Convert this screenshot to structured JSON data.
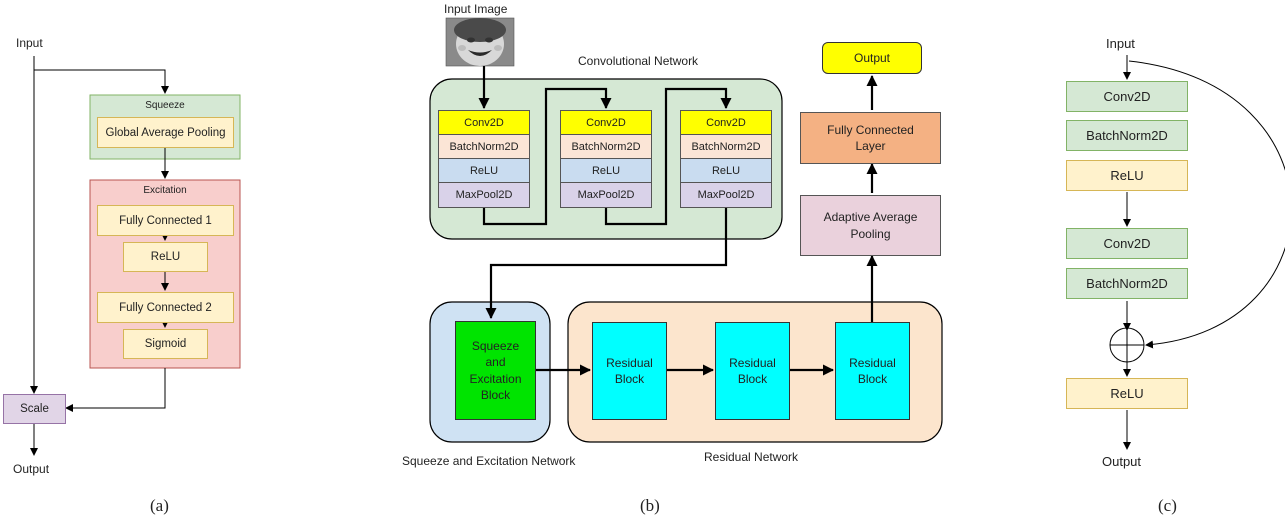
{
  "panel_a": {
    "input": "Input",
    "output": "Output",
    "squeeze": {
      "title": "Squeeze",
      "pool": "Global Average Pooling"
    },
    "excitation": {
      "title": "Excitation",
      "fc1": "Fully Connected 1",
      "relu": "ReLU",
      "fc2": "Fully Connected 2",
      "sigmoid": "Sigmoid"
    },
    "scale": "Scale",
    "caption": "(a)"
  },
  "panel_b": {
    "input_image_label": "Input Image",
    "conv_network_label": "Convolutional Network",
    "conv_block": {
      "conv": "Conv2D",
      "bn": "BatchNorm2D",
      "relu": "ReLU",
      "pool": "MaxPool2D"
    },
    "se_block": "Squeeze and Excitation Block",
    "se_network_label": "Squeeze and Excitation Network",
    "residual_block": "Residual Block",
    "residual_network_label": "Residual Network",
    "adaptive_pool": "Adaptive Average Pooling",
    "fc_layer": "Fully Connected Layer",
    "output": "Output",
    "caption": "(b)"
  },
  "panel_c": {
    "input": "Input",
    "conv1": "Conv2D",
    "bn1": "BatchNorm2D",
    "relu1": "ReLU",
    "conv2": "Conv2D",
    "bn2": "BatchNorm2D",
    "relu2": "ReLU",
    "output": "Output",
    "caption": "(c)"
  },
  "colors": {
    "green_fill": "#d5e8d4",
    "green_border": "#82b366",
    "cream_fill": "#fff2cc",
    "cream_border": "#d6b656",
    "pink_fill": "#f8cecc",
    "pink_border": "#b85450",
    "purple_fill": "#e1d5e7",
    "purple_border": "#9673a6",
    "yellow": "#ffff00",
    "peach": "#fbe5d6",
    "blue": "#c9dcf0",
    "lavender": "#d9d2e9",
    "cyan": "#00ffff",
    "bright_green": "#00e400",
    "orange": "#f4b183",
    "light_blue_panel": "#cfe2f3",
    "tan_panel": "#fce5cd",
    "pool_pink": "#ead1dc"
  }
}
